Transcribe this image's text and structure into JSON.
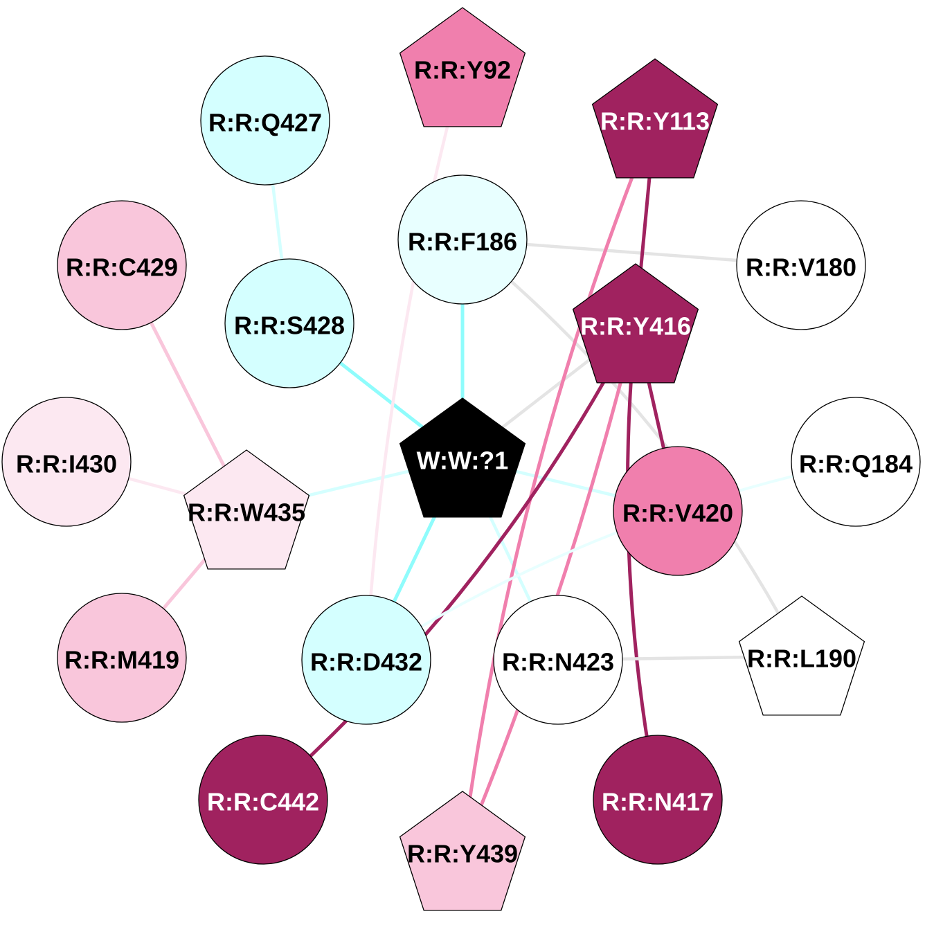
{
  "colors": {
    "cyan": "#8ffcfc",
    "cyan_light": "#d4ffff",
    "cyan_pale": "#e8ffff",
    "magenta_dark": "#a0225f",
    "pink": "#f07fad",
    "pink_light": "#f9c6db",
    "pink_pale": "#fce8f1",
    "gray_edge": "#e4e4e4",
    "center": "#000000"
  },
  "nodes": [
    {
      "id": "ww1",
      "label": "W:W:?1",
      "shape": "pentagon",
      "fill": "#000000",
      "text": "#ffffff"
    },
    {
      "id": "y92",
      "label": "R:R:Y92",
      "shape": "pentagon",
      "fill": "#f07fad",
      "text": "#000000"
    },
    {
      "id": "y113",
      "label": "R:R:Y113",
      "shape": "pentagon",
      "fill": "#a0225f",
      "text": "#ffffff"
    },
    {
      "id": "q427",
      "label": "R:R:Q427",
      "shape": "circle",
      "fill": "#d4ffff",
      "text": "#000000"
    },
    {
      "id": "f186",
      "label": "R:R:F186",
      "shape": "circle",
      "fill": "#e8ffff",
      "text": "#000000"
    },
    {
      "id": "v180",
      "label": "R:R:V180",
      "shape": "circle",
      "fill": "#ffffff",
      "text": "#000000"
    },
    {
      "id": "c429",
      "label": "R:R:C429",
      "shape": "circle",
      "fill": "#f9c6db",
      "text": "#000000"
    },
    {
      "id": "s428",
      "label": "R:R:S428",
      "shape": "circle",
      "fill": "#d4ffff",
      "text": "#000000"
    },
    {
      "id": "y416",
      "label": "R:R:Y416",
      "shape": "pentagon",
      "fill": "#a0225f",
      "text": "#ffffff"
    },
    {
      "id": "i430",
      "label": "R:R:I430",
      "shape": "circle",
      "fill": "#fce8f1",
      "text": "#000000"
    },
    {
      "id": "q184",
      "label": "R:R:Q184",
      "shape": "circle",
      "fill": "#ffffff",
      "text": "#000000"
    },
    {
      "id": "w435",
      "label": "R:R:W435",
      "shape": "pentagon",
      "fill": "#fce8f1",
      "text": "#000000"
    },
    {
      "id": "v420",
      "label": "R:R:V420",
      "shape": "circle",
      "fill": "#f07fad",
      "text": "#000000"
    },
    {
      "id": "m419",
      "label": "R:R:M419",
      "shape": "circle",
      "fill": "#f9c6db",
      "text": "#000000"
    },
    {
      "id": "d432",
      "label": "R:R:D432",
      "shape": "circle",
      "fill": "#d4ffff",
      "text": "#000000"
    },
    {
      "id": "n423",
      "label": "R:R:N423",
      "shape": "circle",
      "fill": "#ffffff",
      "text": "#000000"
    },
    {
      "id": "l190",
      "label": "R:R:L190",
      "shape": "pentagon",
      "fill": "#ffffff",
      "text": "#000000"
    },
    {
      "id": "c442",
      "label": "R:R:C442",
      "shape": "circle",
      "fill": "#a0225f",
      "text": "#ffffff"
    },
    {
      "id": "n417",
      "label": "R:R:N417",
      "shape": "circle",
      "fill": "#a0225f",
      "text": "#ffffff"
    },
    {
      "id": "y439",
      "label": "R:R:Y439",
      "shape": "pentagon",
      "fill": "#f9c6db",
      "text": "#000000"
    }
  ],
  "edges": [
    {
      "from": "ww1",
      "to": "f186",
      "color": "#8ffcfc"
    },
    {
      "from": "ww1",
      "to": "s428",
      "color": "#8ffcfc"
    },
    {
      "from": "ww1",
      "to": "d432",
      "color": "#8ffcfc"
    },
    {
      "from": "ww1",
      "to": "w435",
      "color": "#d4ffff"
    },
    {
      "from": "ww1",
      "to": "v420",
      "color": "#d4ffff"
    },
    {
      "from": "ww1",
      "to": "n423",
      "color": "#d4ffff"
    },
    {
      "from": "ww1",
      "to": "y416",
      "color": "#e4e4e4"
    },
    {
      "from": "q427",
      "to": "s428",
      "color": "#d4ffff"
    },
    {
      "from": "y92",
      "to": "d432",
      "color": "#fce8f1"
    },
    {
      "from": "f186",
      "to": "v180",
      "color": "#e4e4e4"
    },
    {
      "from": "f186",
      "to": "l190",
      "color": "#e4e4e4"
    },
    {
      "from": "y113",
      "to": "y416",
      "color": "#a0225f"
    },
    {
      "from": "y113",
      "to": "y439",
      "color": "#f07fad"
    },
    {
      "from": "y416",
      "to": "v420",
      "color": "#a0225f"
    },
    {
      "from": "y416",
      "to": "n417",
      "color": "#a0225f"
    },
    {
      "from": "y416",
      "to": "c442",
      "color": "#a0225f"
    },
    {
      "from": "y416",
      "to": "y439",
      "color": "#f07fad"
    },
    {
      "from": "c429",
      "to": "w435",
      "color": "#f9c6db"
    },
    {
      "from": "i430",
      "to": "w435",
      "color": "#fce8f1"
    },
    {
      "from": "m419",
      "to": "w435",
      "color": "#f9c6db"
    },
    {
      "from": "q184",
      "to": "d432",
      "color": "#e8ffff"
    },
    {
      "from": "n423",
      "to": "l190",
      "color": "#e4e4e4"
    }
  ]
}
